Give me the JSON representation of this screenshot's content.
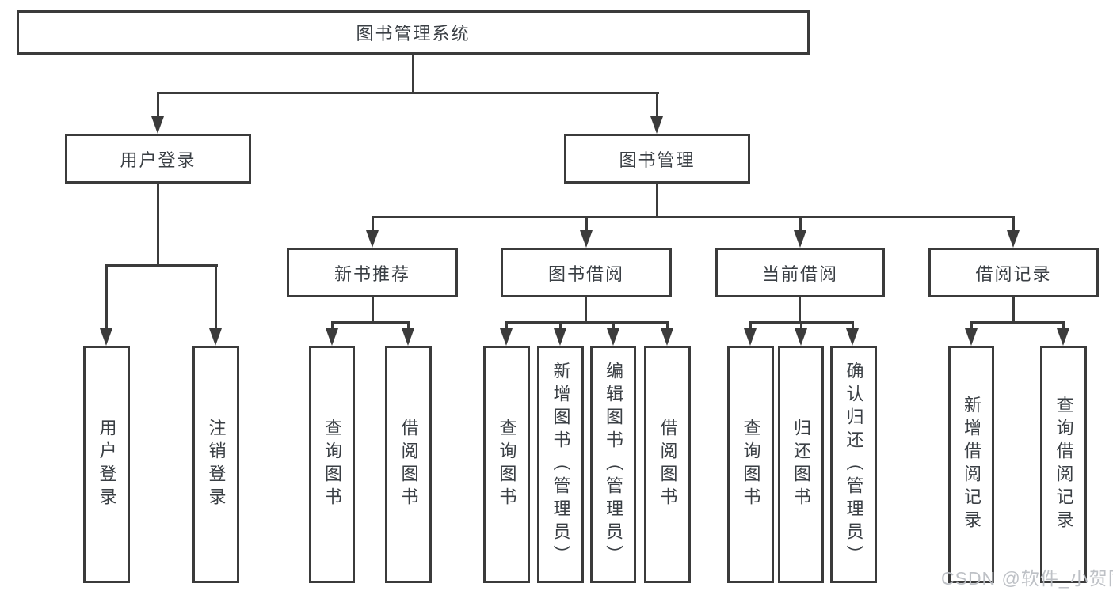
{
  "diagram_title": "图书管理系统",
  "tree": {
    "root": {
      "label": "图书管理系统"
    },
    "branches": [
      {
        "label": "用户登录",
        "children": [
          {
            "label": "用户登录"
          },
          {
            "label": "注销登录"
          }
        ]
      },
      {
        "label": "图书管理",
        "groups": [
          {
            "label": "新书推荐",
            "children": [
              {
                "label": "查询图书"
              },
              {
                "label": "借阅图书"
              }
            ]
          },
          {
            "label": "图书借阅",
            "children": [
              {
                "label": "查询图书"
              },
              {
                "label": "新增图书（管理员）"
              },
              {
                "label": "编辑图书（管理员）"
              },
              {
                "label": "借阅图书"
              }
            ]
          },
          {
            "label": "当前借阅",
            "children": [
              {
                "label": "查询图书"
              },
              {
                "label": "归还图书"
              },
              {
                "label": "确认归还（管理员）"
              }
            ]
          },
          {
            "label": "借阅记录",
            "children": [
              {
                "label": "新增借阅记录"
              },
              {
                "label": "查询借阅记录"
              }
            ]
          }
        ]
      }
    ]
  },
  "watermark": {
    "text": "CSDN @软件_小贺同学"
  },
  "colors": {
    "line": "#3b3b3b",
    "text": "#3a3f44",
    "background": "#ffffff",
    "watermark": "#babec3"
  }
}
